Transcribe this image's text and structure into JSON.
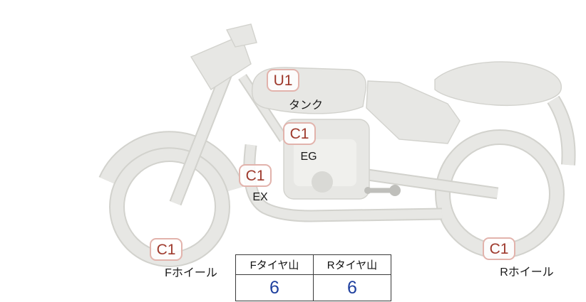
{
  "colors": {
    "grade_text": "#9e392c",
    "badge_border": "#e2b3ac",
    "part_label": "#1a1a1a",
    "tire_value": "#1e3f9e",
    "table_border": "#3a3a3a",
    "bike_fill": "#e7e7e4",
    "bike_outline": "#d2d2cd",
    "bike_dark": "#bfbfbb"
  },
  "diagram": {
    "parts": [
      {
        "id": "tank",
        "grade": "U1",
        "label": "タンク"
      },
      {
        "id": "engine",
        "grade": "C1",
        "label": "EG"
      },
      {
        "id": "exhaust",
        "grade": "C1",
        "label": "EX"
      },
      {
        "id": "front_wheel",
        "grade": "C1",
        "label": "Fホイール"
      },
      {
        "id": "rear_wheel",
        "grade": "C1",
        "label": "Rホイール"
      }
    ]
  },
  "tire_table": {
    "columns": [
      {
        "header": "Fタイヤ山",
        "value": "6"
      },
      {
        "header": "Rタイヤ山",
        "value": "6"
      }
    ]
  }
}
